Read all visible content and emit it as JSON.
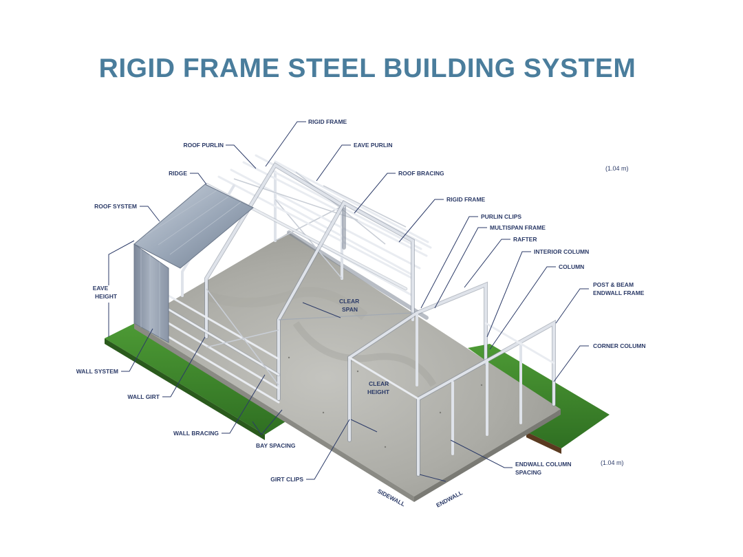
{
  "title": "RIGID FRAME STEEL BUILDING SYSTEM",
  "labels": {
    "rigid_frame_top": "RIGID FRAME",
    "roof_purlin": "ROOF PURLIN",
    "eave_purlin": "EAVE PURLIN",
    "ridge": "RIDGE",
    "roof_bracing": "ROOF BRACING",
    "roof_system": "ROOF SYSTEM",
    "rigid_frame_mid": "RIGID FRAME",
    "purlin_clips": "PURLIN CLIPS",
    "multispan_frame": "MULTISPAN FRAME",
    "rafter": "RAFTER",
    "interior_column": "INTERIOR COLUMN",
    "column": "COLUMN",
    "post_beam_line1": "POST & BEAM",
    "post_beam_line2": "ENDWALL FRAME",
    "eave_height_line1": "EAVE",
    "eave_height_line2": "HEIGHT",
    "clear_span_line1": "CLEAR",
    "clear_span_line2": "SPAN",
    "clear_height_line1": "CLEAR",
    "clear_height_line2": "HEIGHT",
    "corner_column": "CORNER COLUMN",
    "wall_system": "WALL SYSTEM",
    "wall_girt": "WALL GIRT",
    "wall_bracing": "WALL BRACING",
    "bay_spacing": "BAY SPACING",
    "girt_clips": "GIRT CLIPS",
    "endwall_column_line1": "ENDWALL COLUMN",
    "endwall_column_line2": "SPACING",
    "sidewall": "SIDEWALL",
    "endwall": "ENDWALL"
  },
  "notes": {
    "top_right": "(1.04 m)",
    "bottom_right": "(1.04 m)"
  },
  "colors": {
    "title": "#4a7d9c",
    "label": "#2b3a67",
    "grass": "#3f8a2e",
    "concrete": "#b9b9b4",
    "steel": "#dfe3ea",
    "roof_panel": "#9aa7b8",
    "wall_panel": "#8e99aa"
  }
}
